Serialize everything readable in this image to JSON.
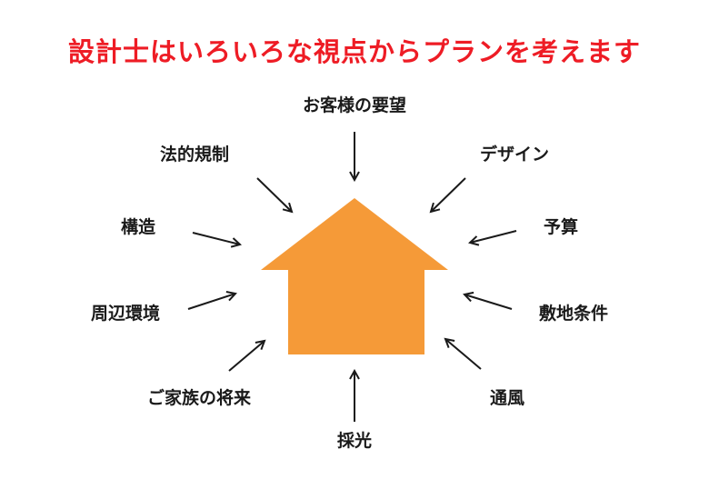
{
  "title": "設計士はいろいろな視点からプランを考えます",
  "colors": {
    "title": "#ee1c25",
    "house": "#f59a38",
    "arrow": "#1a1a1a"
  },
  "center_icon": "house-icon",
  "factors": {
    "top": "お客様の要望",
    "top_left": "法的規制",
    "top_right": "デザイン",
    "mid_left_upper": "構造",
    "mid_right_upper": "予算",
    "mid_left_lower": "周辺環境",
    "mid_right_lower": "敷地条件",
    "bottom_left": "ご家族の将来",
    "bottom_right": "通風",
    "bottom": "採光"
  }
}
